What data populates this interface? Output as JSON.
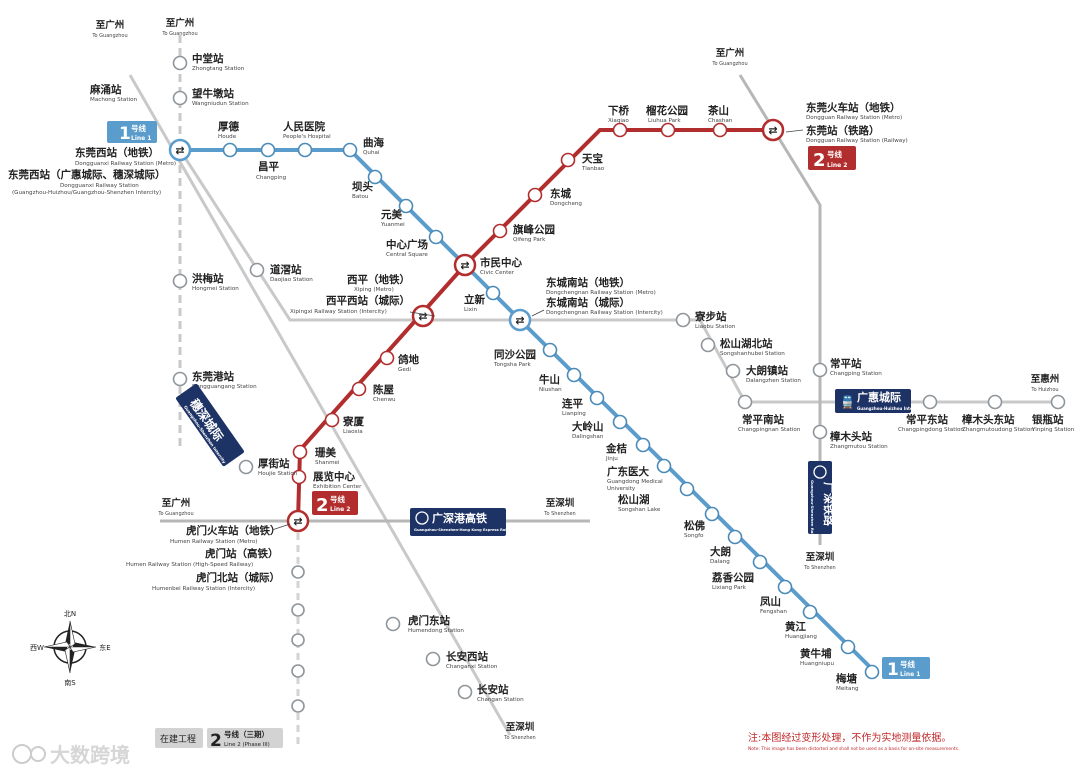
{
  "colors": {
    "line1": "#5a9ccc",
    "line2": "#b22d2d",
    "intercity": "#b7b7b7",
    "hsr": "#a8a8a8",
    "sicheng_to_huizhou": "#c9c9c9",
    "badge_navy": "#1d3265"
  },
  "lines": {
    "line1": {
      "num": "1",
      "cn": "号线",
      "en": "Line 1"
    },
    "line2": {
      "num": "2",
      "cn": "号线",
      "en": "Line 2"
    },
    "line2_phase3": {
      "num": "2",
      "cn": "号线（三期）",
      "en": "Line 2 (Phase III)"
    },
    "under_construction": "在建工程",
    "suiguan": {
      "cn": "穗深城际",
      "en": "Guangzhou-Shenzhen Intercity"
    },
    "guanghui": {
      "cn": "广惠城际",
      "en": "Guangzhou-Huizhou Intercity"
    },
    "guangshengang": {
      "cn": "广深港高铁",
      "en": "Guangzhou-Shenzhen-Hong Kong Express Rail Link"
    },
    "guangshen_railway": {
      "cn": "广深铁路",
      "en": "Guangzhou-Shenzhen Railway"
    }
  },
  "directions": {
    "to_guangzhou_1": {
      "cn": "至广州",
      "en": "To Guangzhou"
    },
    "to_guangzhou_2": {
      "cn": "至广州",
      "en": "To Guangzhou"
    },
    "to_guangzhou_3": {
      "cn": "至广州",
      "en": "To Guangzhou"
    },
    "to_guangzhou_4": {
      "cn": "至广州",
      "en": "To Guangzhou"
    },
    "to_huizhou": {
      "cn": "至惠州",
      "en": "To Huizhou"
    },
    "to_shenzhen_1": {
      "cn": "至深圳",
      "en": "To Shenzhen"
    },
    "to_shenzhen_2": {
      "cn": "至深圳",
      "en": "To Shenzhen"
    },
    "to_shenzhen_3": {
      "cn": "至深圳",
      "en": "To Shenzhen"
    }
  },
  "stations": {
    "zhongtang": {
      "cn": "中堂站",
      "en": "Zhongtang Station"
    },
    "wangniudun": {
      "cn": "望牛墩站",
      "en": "Wangniudun Station"
    },
    "machong": {
      "cn": "麻涌站",
      "en": "Machong Station"
    },
    "hongmei": {
      "cn": "洪梅站",
      "en": "Hongmei Station"
    },
    "daojiao": {
      "cn": "道滘站",
      "en": "Daojiao Station"
    },
    "dongguangang": {
      "cn": "东莞港站",
      "en": "Dongguangang Station"
    },
    "houjie": {
      "cn": "厚街站",
      "en": "Houjie Station"
    },
    "humendong": {
      "cn": "虎门东站",
      "en": "Humendong Station"
    },
    "changanxi": {
      "cn": "长安西站",
      "en": "Changanxi Station"
    },
    "changan": {
      "cn": "长安站",
      "en": "Changan Station"
    },
    "dongguanxi": {
      "cn": "东莞西站（地铁）",
      "en": "Dongguanxi Railway Station (Metro)",
      "cn2": "东莞西站（广惠城际、穗深城际）",
      "en2": "Dongguanxi Railway Station",
      "en3": "(Guangzhou-Huizhou/Guangzhou-Shenzhen Intercity)"
    },
    "houde": {
      "cn": "厚德",
      "en": "Houde"
    },
    "changping": {
      "cn": "昌平",
      "en": "Changping"
    },
    "renmin": {
      "cn": "人民医院",
      "en": "People's Hospital"
    },
    "quhai": {
      "cn": "曲海",
      "en": "Quhai"
    },
    "batou": {
      "cn": "坝头",
      "en": "Batou"
    },
    "yuanmei": {
      "cn": "元美",
      "en": "Yuanmei"
    },
    "central_square": {
      "cn": "中心广场",
      "en": "Central Square"
    },
    "civic_center": {
      "cn": "市民中心",
      "en": "Civic Center"
    },
    "lixin": {
      "cn": "立新",
      "en": "Lixin"
    },
    "dongchengnan": {
      "cn": "东城南站（地铁）",
      "en": "Dongchengnan Railway Station (Metro)",
      "cn2": "东城南站（城际）",
      "en2": "Dongchengnan Railway Station (Intercity)"
    },
    "tongsha": {
      "cn": "同沙公园",
      "en": "Tongsha Park"
    },
    "niushan": {
      "cn": "牛山",
      "en": "Niushan"
    },
    "lianping": {
      "cn": "连平",
      "en": "Lianping"
    },
    "dalingshan": {
      "cn": "大岭山",
      "en": "Dalingshan"
    },
    "jinjie": {
      "cn": "金桔",
      "en": "Jinju"
    },
    "gdmu": {
      "cn": "广东医大",
      "en": "Guangdong Medical",
      "en2": "University"
    },
    "songshanhu": {
      "cn": "松山湖",
      "en": "Songshan Lake"
    },
    "songfo": {
      "cn": "松佛",
      "en": "Songfo"
    },
    "dalang": {
      "cn": "大朗",
      "en": "Dalang"
    },
    "lixiang": {
      "cn": "荔香公园",
      "en": "Lixiang Park"
    },
    "fengshan": {
      "cn": "凤山",
      "en": "Fengshan"
    },
    "huangjiang": {
      "cn": "黄江",
      "en": "Huangjiang"
    },
    "huangniupu": {
      "cn": "黄牛埔",
      "en": "Huangniupu"
    },
    "meitang": {
      "cn": "梅塘",
      "en": "Meitang"
    },
    "xiqiao": {
      "cn": "下桥",
      "en": "Xiaqiao"
    },
    "liuhua": {
      "cn": "榴花公园",
      "en": "Liuhua Park"
    },
    "chashan": {
      "cn": "茶山",
      "en": "Chashan"
    },
    "dongguan_rail": {
      "cn": "东莞火车站（地铁）",
      "en": "Dongguan Railway Station (Metro)",
      "cn2": "东莞站（铁路）",
      "en2": "Dongguan Railway Station (Railway)"
    },
    "tianbao": {
      "cn": "天宝",
      "en": "Tianbao"
    },
    "dongcheng": {
      "cn": "东城",
      "en": "Dongcheng"
    },
    "qifeng": {
      "cn": "旗峰公园",
      "en": "Qifeng Park"
    },
    "xiping": {
      "cn": "西平（地铁）",
      "en": "Xiping (Metro)",
      "cn2": "西平西站（城际）",
      "en2": "Xipingxi Railway Station (Intercity)"
    },
    "gedi": {
      "cn": "鸽地",
      "en": "Gedi"
    },
    "chenwu": {
      "cn": "陈屋",
      "en": "Chenwu"
    },
    "liaoxia": {
      "cn": "寮厦",
      "en": "Liaoxia"
    },
    "shanmei": {
      "cn": "珊美",
      "en": "Shanmei"
    },
    "exhibition": {
      "cn": "展览中心",
      "en": "Exhibition Center"
    },
    "humen_rail": {
      "cn": "虎门火车站（地铁）",
      "en": "Humen Railway Station (Metro)",
      "cn2": "虎门站（高铁）",
      "en2": "Humen Railway Station (High-Speed Railway)",
      "cn3": "虎门北站（城际）",
      "en3": "Humenbei Railway Station (Intercity)"
    },
    "liaobu": {
      "cn": "寮步站",
      "en": "Liaobu Station"
    },
    "songshanhubei": {
      "cn": "松山湖北站",
      "en": "Songshanhubei Station"
    },
    "dalangzhen": {
      "cn": "大朗镇站",
      "en": "Dalangzhen Station"
    },
    "changpingnan": {
      "cn": "常平南站",
      "en": "Changpingnan Station"
    },
    "changping_st": {
      "cn": "常平站",
      "en": "Changping Station"
    },
    "zhangmutou": {
      "cn": "樟木头站",
      "en": "Zhangmutou Station"
    },
    "changpingdong": {
      "cn": "常平东站",
      "en": "Changpingdong Station"
    },
    "zhangmutoudong": {
      "cn": "樟木头东站",
      "en": "Zhangmutoudong Station"
    },
    "yintang": {
      "cn": "银瓶站",
      "en": "Yinping Station"
    }
  },
  "compass": {
    "north": "北N",
    "south": "南S",
    "east": "东E",
    "west": "西W"
  },
  "note": {
    "cn": "注:本图经过变形处理，不作为实地测量依据。",
    "en": "Note: This image has been distorted and shall not be used as a basis for on-site measurements."
  },
  "watermark": "大数跨境"
}
